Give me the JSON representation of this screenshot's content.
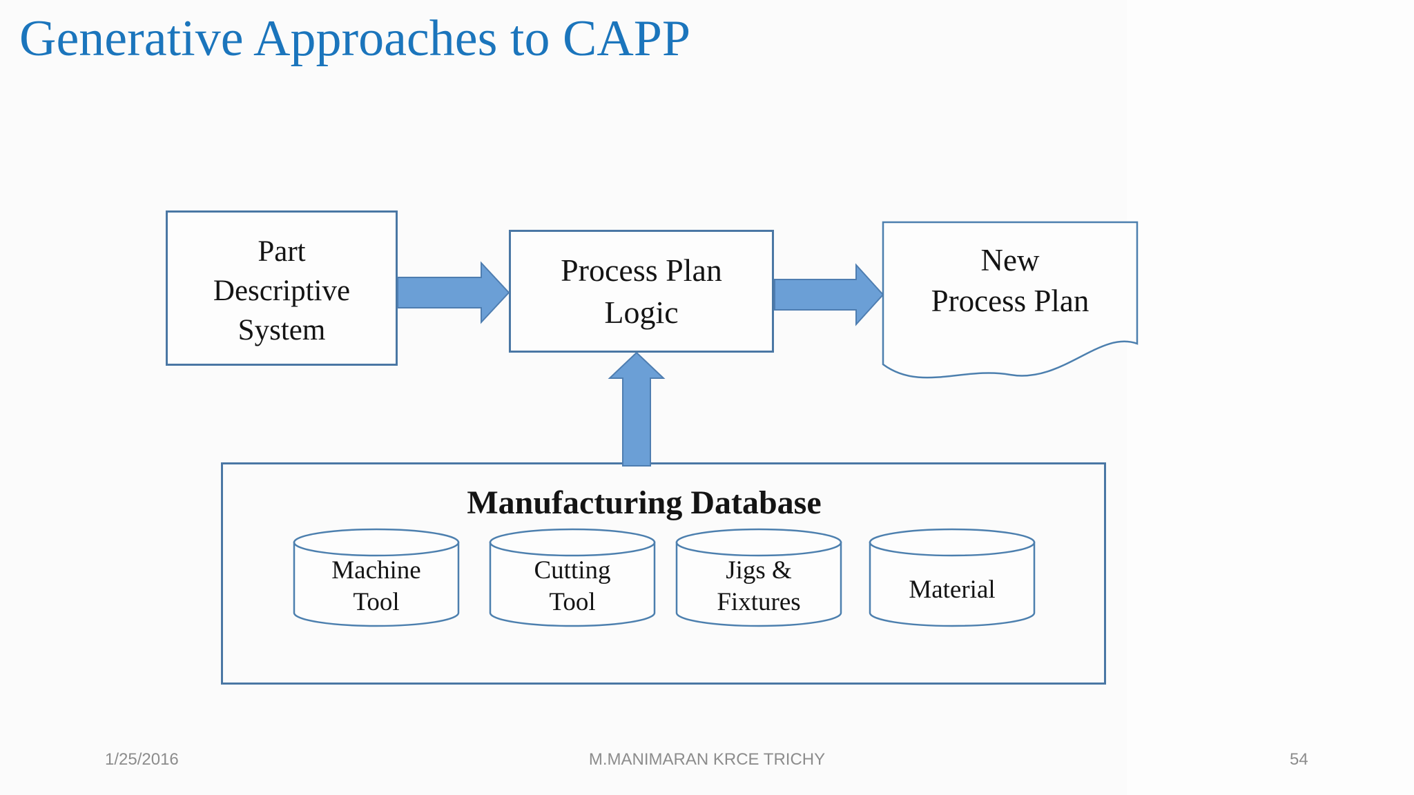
{
  "slide_title": "Generative Approaches to CAPP",
  "colors": {
    "title_blue": "#1B75BC",
    "border_blue": "#4A77A4",
    "cyl_stroke": "#4C7FAE",
    "arrow_fill": "#6B9FD6",
    "arrow_stroke": "#4E7DB0",
    "ink": "#141414",
    "footer_gray": "#8C8C8C",
    "bg": "#FBFBFB",
    "box_bg": "#FDFDFD"
  },
  "diagram": {
    "boxes": {
      "part_descriptive_system": {
        "lines": [
          "Part",
          "Descriptive",
          "System"
        ]
      },
      "process_plan_logic": {
        "lines": [
          "Process Plan",
          "Logic"
        ]
      },
      "new_process_plan": {
        "lines": [
          "New",
          "Process Plan"
        ]
      }
    },
    "manufacturing_database": {
      "title": "Manufacturing Database",
      "stores": [
        {
          "lines": [
            "Machine",
            "Tool"
          ]
        },
        {
          "lines": [
            "Cutting",
            "Tool"
          ]
        },
        {
          "lines": [
            "Jigs &",
            "Fixtures"
          ]
        },
        {
          "lines": [
            "Material"
          ]
        }
      ]
    }
  },
  "footer": {
    "date": "1/25/2016",
    "author": "M.MANIMARAN KRCE TRICHY",
    "page_number": "54"
  }
}
